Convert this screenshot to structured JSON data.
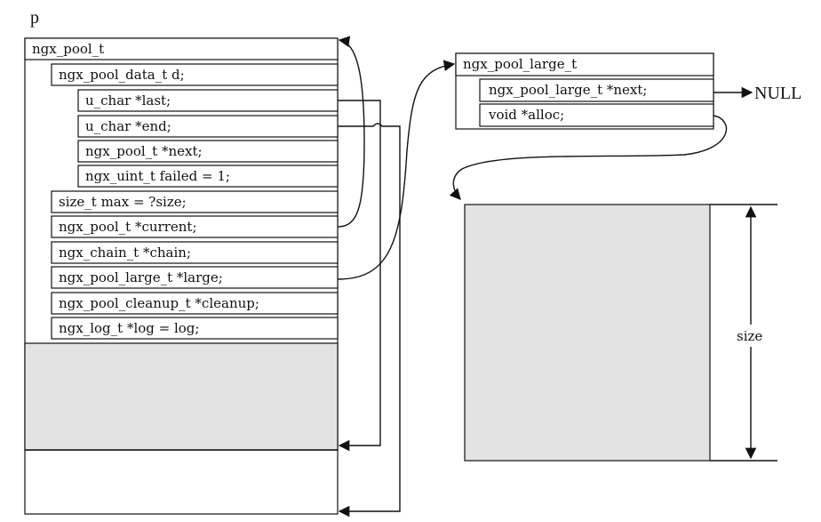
{
  "pointer_label": "p",
  "pool": {
    "title": "ngx_pool_t",
    "data_field": "ngx_pool_data_t d;",
    "data_fields": [
      "u_char *last;",
      "u_char *end;",
      "ngx_pool_t *next;",
      "ngx_uint_t failed = 1;"
    ],
    "fields": [
      "size_t max = ?size;",
      "ngx_pool_t *current;",
      "ngx_chain_t *chain;",
      "ngx_pool_large_t *large;",
      "ngx_pool_cleanup_t *cleanup;",
      "ngx_log_t *log = log;"
    ]
  },
  "large": {
    "title": "ngx_pool_large_t",
    "fields": [
      "ngx_pool_large_t *next;",
      "void *alloc;"
    ],
    "null_label": "NULL"
  },
  "size_label": "size",
  "colors": {
    "line": "#111111",
    "shade": "#e3e3e3"
  }
}
